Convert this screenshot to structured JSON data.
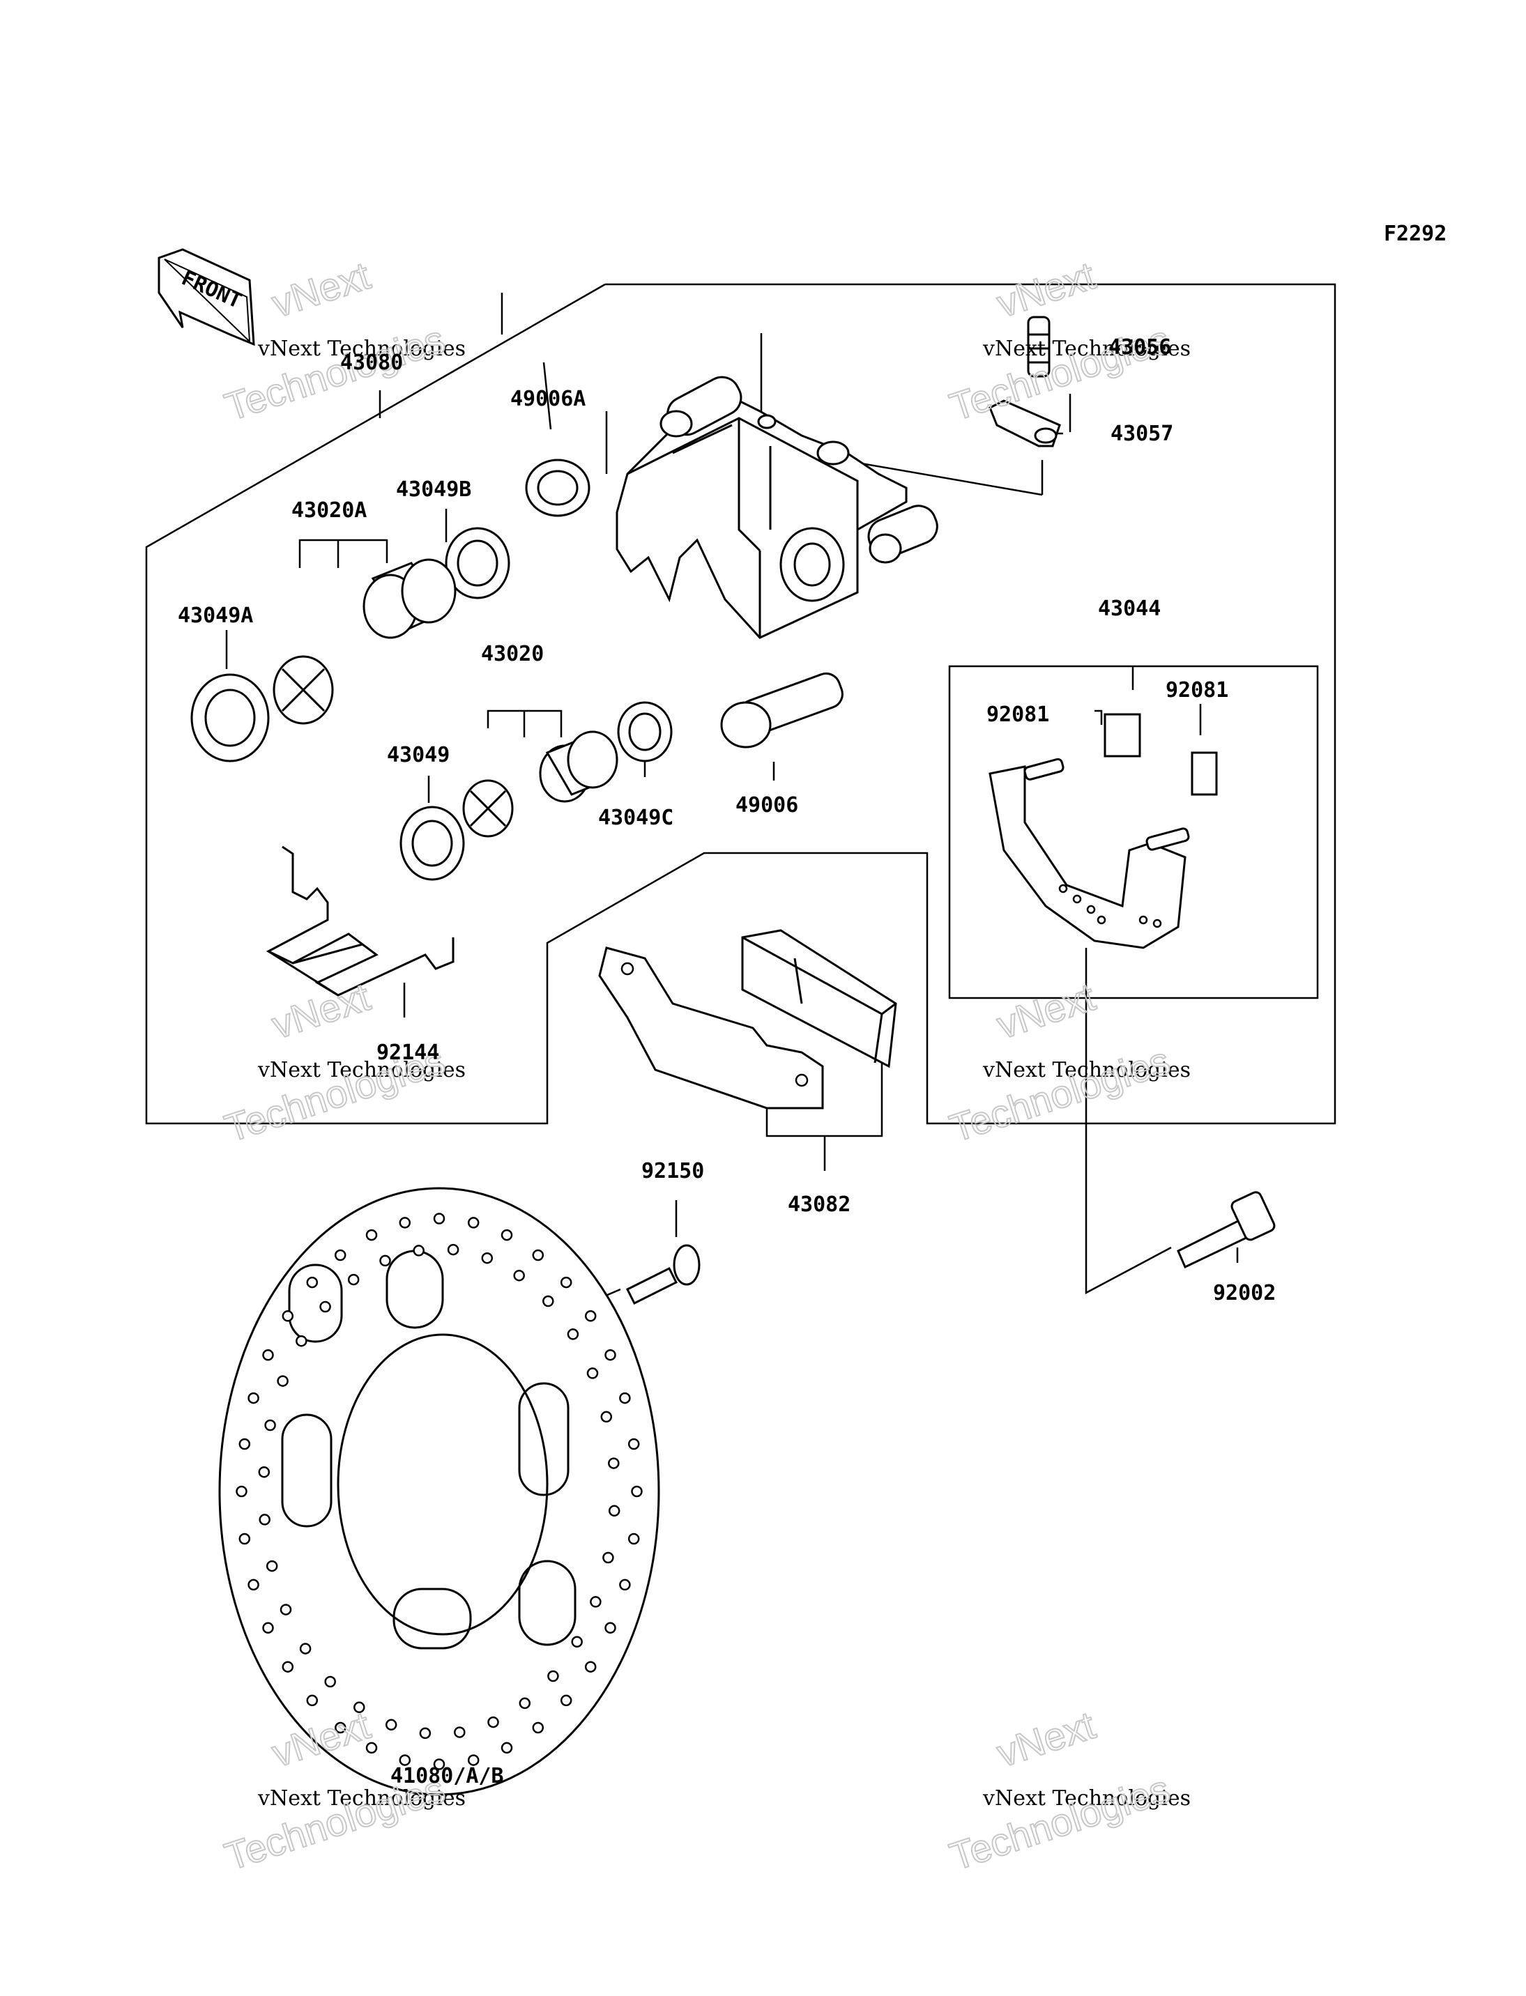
{
  "drawing_code": "F2292",
  "front_label": "FRONT",
  "labels": {
    "p43080": "43080",
    "p49006A": "49006A",
    "p43049B": "43049B",
    "p43020A": "43020A",
    "p43049A": "43049A",
    "p43020": "43020",
    "p43049": "43049",
    "p43049C": "43049C",
    "p49006": "49006",
    "p92144": "92144",
    "p43056": "43056",
    "p43057": "43057",
    "p43044": "43044",
    "p92081a": "92081",
    "p92081b": "92081",
    "p92150": "92150",
    "p43082": "43082",
    "p92002": "92002",
    "p41080": "41080/A/B"
  },
  "watermark": {
    "line1": "vNext",
    "line2": "vNext Technologies",
    "line3": "Technologies"
  }
}
